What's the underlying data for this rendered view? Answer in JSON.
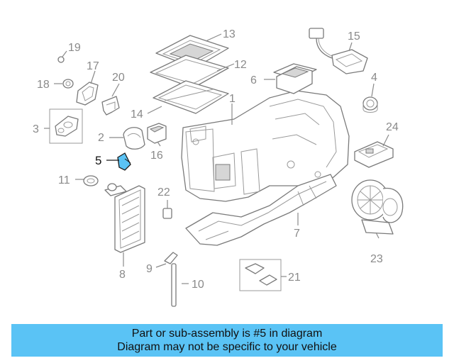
{
  "diagram": {
    "callouts": [
      "1",
      "2",
      "3",
      "4",
      "5",
      "6",
      "7",
      "8",
      "9",
      "10",
      "11",
      "12",
      "13",
      "14",
      "15",
      "16",
      "17",
      "18",
      "19",
      "20",
      "21",
      "22",
      "23",
      "24"
    ],
    "highlighted_part": "5",
    "highlight_color": "#5ac3f5"
  },
  "banner": {
    "line1": "Part or sub-assembly is #5 in diagram",
    "line2": "Diagram may not be specific to your vehicle",
    "background": "#5ac3f5"
  }
}
